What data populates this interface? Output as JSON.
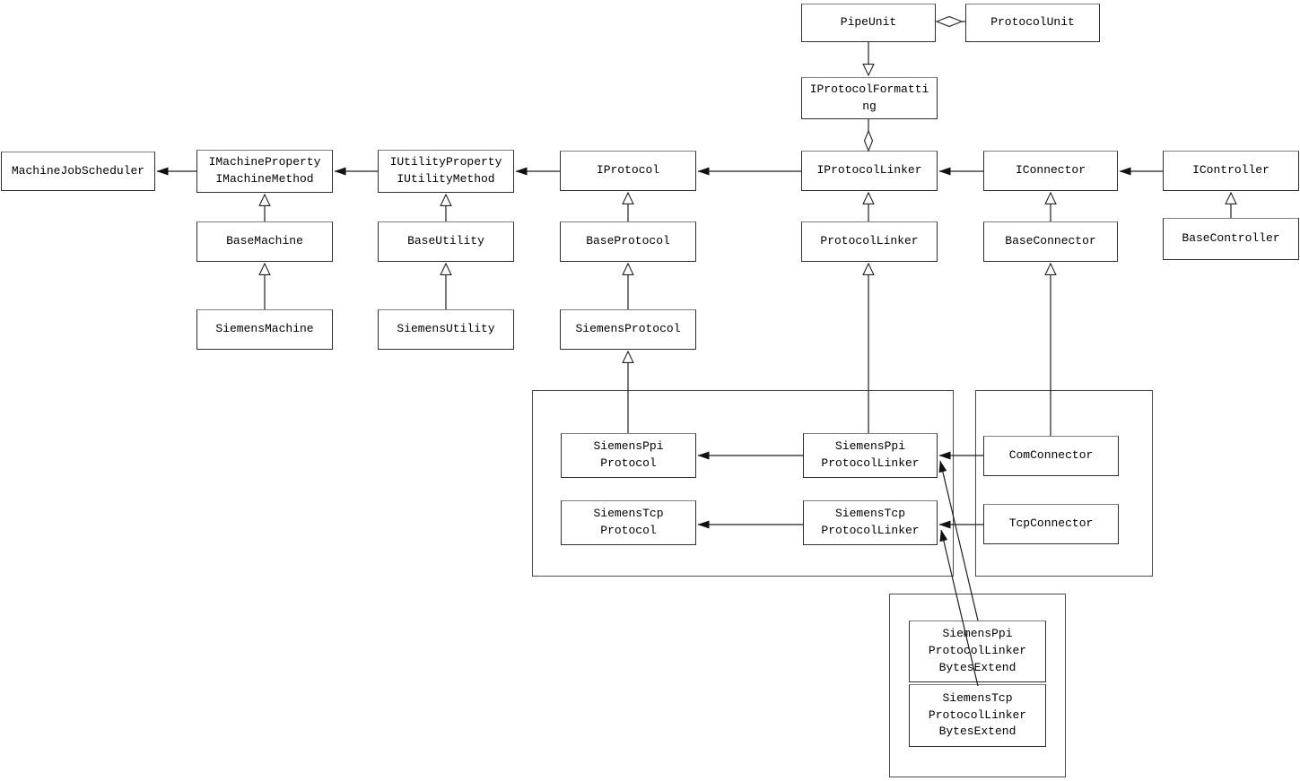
{
  "diagram": {
    "kind": "uml-class-diagram",
    "colors": {
      "background": "#ffffff",
      "line": "#1f1f1f",
      "box_border": "#2e2e2e",
      "text": "#000000"
    },
    "nodes": {
      "pipe_unit": {
        "label": "PipeUnit"
      },
      "protocol_unit": {
        "label": "ProtocolUnit"
      },
      "i_protocol_formatting": {
        "label": "IProtocolFormatti\nng"
      },
      "machine_job_scheduler": {
        "label": "MachineJobScheduler"
      },
      "i_machine": {
        "label": "IMachineProperty\nIMachineMethod"
      },
      "i_utility": {
        "label": "IUtilityProperty\nIUtilityMethod"
      },
      "i_protocol": {
        "label": "IProtocol"
      },
      "i_protocol_linker": {
        "label": "IProtocolLinker"
      },
      "i_connector": {
        "label": "IConnector"
      },
      "i_controller": {
        "label": "IController"
      },
      "base_machine": {
        "label": "BaseMachine"
      },
      "base_utility": {
        "label": "BaseUtility"
      },
      "base_protocol": {
        "label": "BaseProtocol"
      },
      "protocol_linker": {
        "label": "ProtocolLinker"
      },
      "base_connector": {
        "label": "BaseConnector"
      },
      "base_controller": {
        "label": "BaseController"
      },
      "siemens_machine": {
        "label": "SiemensMachine"
      },
      "siemens_utility": {
        "label": "SiemensUtility"
      },
      "siemens_protocol": {
        "label": "SiemensProtocol"
      },
      "siemens_ppi_protocol": {
        "label": "SiemensPpi\nProtocol"
      },
      "siemens_ppi_protocol_linker": {
        "label": "SiemensPpi\nProtocolLinker"
      },
      "siemens_tcp_protocol": {
        "label": "SiemensTcp\nProtocol"
      },
      "siemens_tcp_protocol_linker": {
        "label": "SiemensTcp\nProtocolLinker"
      },
      "com_connector": {
        "label": "ComConnector"
      },
      "tcp_connector": {
        "label": "TcpConnector"
      },
      "siemens_ppi_protocol_linker_bytes_extend": {
        "label": "SiemensPpi\nProtocolLinker\nBytesExtend"
      },
      "siemens_tcp_protocol_linker_bytes_extend": {
        "label": "SiemensTcp\nProtocolLinker\nBytesExtend"
      }
    },
    "relations": [
      {
        "from": "PipeUnit",
        "to": "ProtocolUnit",
        "type": "aggregation"
      },
      {
        "from": "PipeUnit",
        "to": "IProtocolFormatting",
        "type": "realization"
      },
      {
        "from": "IProtocolLinker",
        "to": "IProtocolFormatting",
        "type": "aggregation"
      },
      {
        "from": "IMachineProperty/IMachineMethod",
        "to": "MachineJobScheduler",
        "type": "association"
      },
      {
        "from": "IUtilityProperty/IUtilityMethod",
        "to": "IMachineProperty/IMachineMethod",
        "type": "association"
      },
      {
        "from": "IProtocol",
        "to": "IUtilityProperty/IUtilityMethod",
        "type": "association"
      },
      {
        "from": "IProtocolLinker",
        "to": "IProtocol",
        "type": "association"
      },
      {
        "from": "IConnector",
        "to": "IProtocolLinker",
        "type": "association"
      },
      {
        "from": "IController",
        "to": "IConnector",
        "type": "association"
      },
      {
        "from": "BaseMachine",
        "to": "IMachineProperty/IMachineMethod",
        "type": "generalization"
      },
      {
        "from": "SiemensMachine",
        "to": "BaseMachine",
        "type": "generalization"
      },
      {
        "from": "BaseUtility",
        "to": "IUtilityProperty/IUtilityMethod",
        "type": "generalization"
      },
      {
        "from": "SiemensUtility",
        "to": "BaseUtility",
        "type": "generalization"
      },
      {
        "from": "BaseProtocol",
        "to": "IProtocol",
        "type": "generalization"
      },
      {
        "from": "SiemensProtocol",
        "to": "BaseProtocol",
        "type": "generalization"
      },
      {
        "from": "SiemensPpiProtocol",
        "to": "SiemensProtocol",
        "type": "generalization"
      },
      {
        "from": "ProtocolLinker",
        "to": "IProtocolLinker",
        "type": "generalization"
      },
      {
        "from": "SiemensPpiProtocolLinker",
        "to": "ProtocolLinker",
        "type": "generalization"
      },
      {
        "from": "BaseConnector",
        "to": "IConnector",
        "type": "generalization"
      },
      {
        "from": "ComConnector",
        "to": "BaseConnector",
        "type": "generalization"
      },
      {
        "from": "BaseController",
        "to": "IController",
        "type": "generalization"
      },
      {
        "from": "SiemensPpiProtocolLinker",
        "to": "SiemensPpiProtocol",
        "type": "association"
      },
      {
        "from": "SiemensTcpProtocolLinker",
        "to": "SiemensTcpProtocol",
        "type": "association"
      },
      {
        "from": "ComConnector",
        "to": "SiemensPpiProtocolLinker",
        "type": "association"
      },
      {
        "from": "TcpConnector",
        "to": "SiemensTcpProtocolLinker",
        "type": "association"
      },
      {
        "from": "SiemensPpiProtocolLinkerBytesExtend",
        "to": "SiemensPpiProtocolLinker",
        "type": "association"
      },
      {
        "from": "SiemensTcpProtocolLinkerBytesExtend",
        "to": "SiemensTcpProtocolLinker",
        "type": "association"
      }
    ]
  }
}
